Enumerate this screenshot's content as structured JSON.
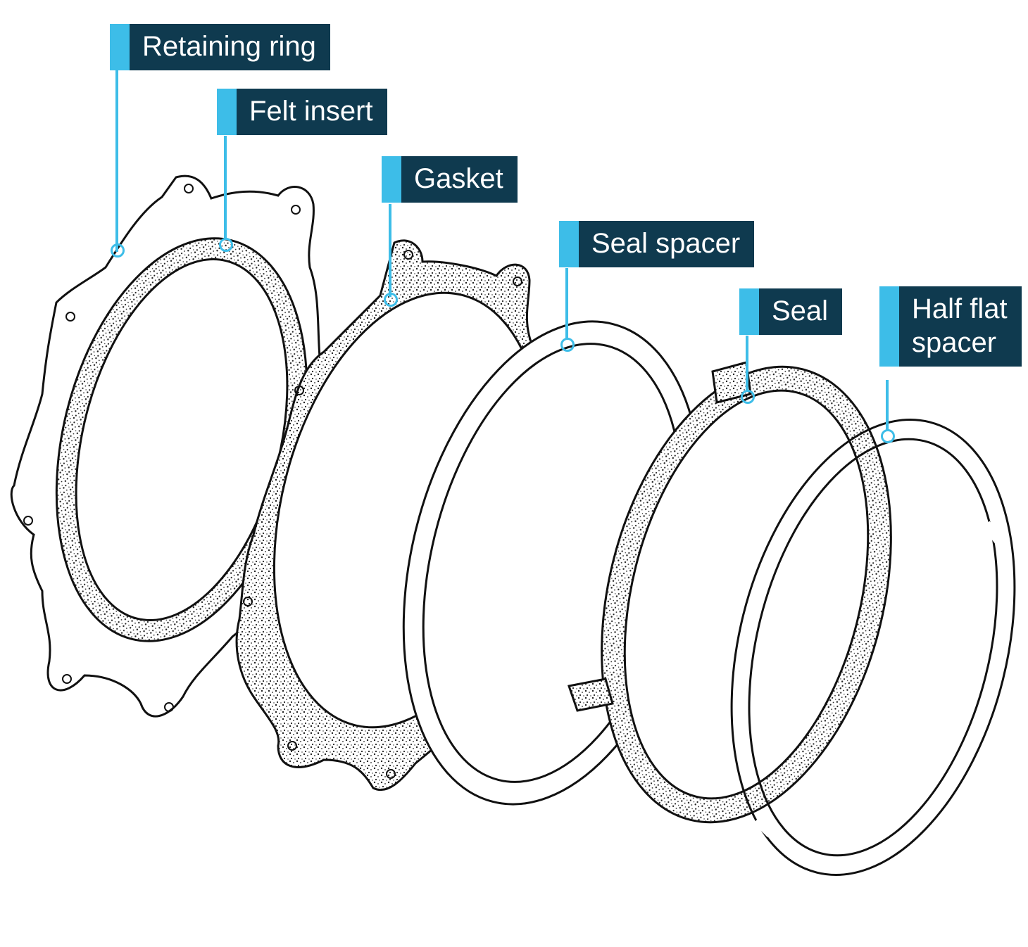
{
  "labels": {
    "retaining_ring": "Retaining ring",
    "felt_insert": "Felt insert",
    "gasket": "Gasket",
    "seal_spacer": "Seal spacer",
    "seal": "Seal",
    "half_flat_spacer": "Half flat\nspacer"
  },
  "colors": {
    "label_background": "#0f3a4f",
    "label_accent": "#3dbde8",
    "line_art": "#111111"
  }
}
